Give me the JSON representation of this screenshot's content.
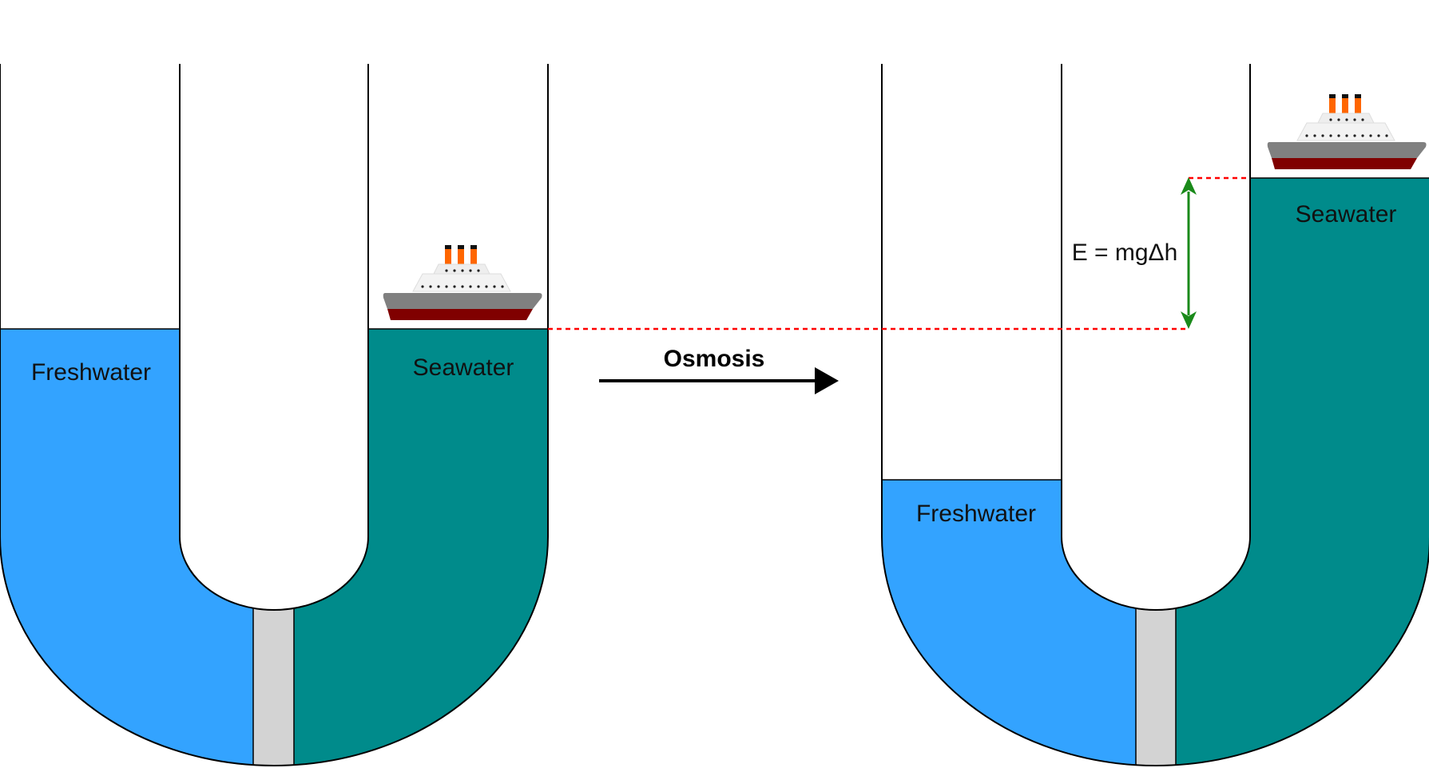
{
  "colors": {
    "freshwater": "#33a3ff",
    "seawater": "#008b8b",
    "membrane": "#d3d3d3",
    "outline": "#000000",
    "level_line": "#ff0000",
    "energy_arrow": "#1a8a1a",
    "ship_hull_top": "#808080",
    "ship_hull_stripe": "#800000",
    "ship_deck": "#f2f2f2",
    "ship_funnel": "#ff6600"
  },
  "left_tube": {
    "freshwater_label": "Freshwater",
    "seawater_label": "Seawater"
  },
  "process": {
    "label": "Osmosis"
  },
  "right_tube": {
    "freshwater_label": "Freshwater",
    "seawater_label": "Seawater"
  },
  "energy": {
    "label": "E = mgΔh"
  },
  "icons": [
    "ship-icon",
    "arrow-right-icon",
    "double-arrow-icon"
  ]
}
